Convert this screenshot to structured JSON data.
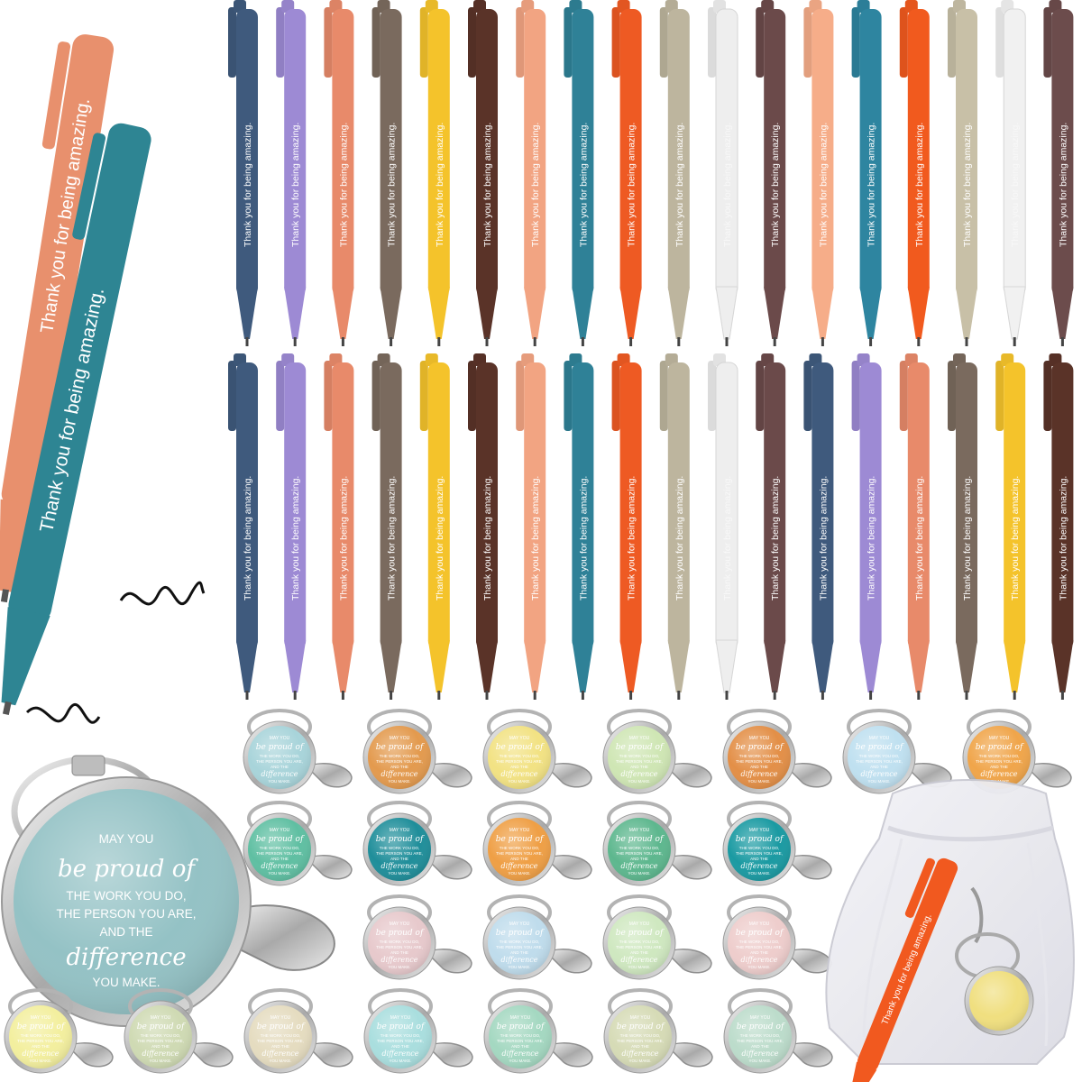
{
  "pen_message": "Thank you for being amazing.",
  "keychain_message": {
    "line1": "MAY YOU",
    "script1": "be proud of",
    "line2": "THE WORK YOU DO,",
    "line3": "THE PERSON YOU ARE,",
    "line4": "AND THE",
    "script2": "difference",
    "line5": "YOU MAKE."
  },
  "pen_colors_row1": [
    "#3f5a7d",
    "#9d8ad4",
    "#e88a6a",
    "#7a6a5e",
    "#f4c32b",
    "#5a3328",
    "#f2a482",
    "#2f8197",
    "#ee5a23",
    "#bdb59e",
    "#eeeeee",
    "#6b4a4a",
    "#f6ad89",
    "#2e85a0",
    "#f15a1e",
    "#c8c0a7",
    "#f1f1f1",
    "#6c4c4c"
  ],
  "pen_colors_row2": [
    "#3f5a7d",
    "#9d8ad4",
    "#e88a6a",
    "#7a6a5e",
    "#f4c32b",
    "#5a3328",
    "#f2a482",
    "#2f8197",
    "#ee5a23",
    "#bdb59e",
    "#eeeeee",
    "#6b4a4a",
    "#3f5a7d",
    "#9d8ad4",
    "#e88a6a",
    "#7a6a5e",
    "#f4c32b",
    "#5a3328"
  ],
  "keychain_colors": [
    [
      "#a8d4da",
      "#e39a4e",
      "#f2e283",
      "#cfe6b4",
      "#e38f47",
      "#bfe0f0",
      "#f0a54a"
    ],
    [
      "#5fbfa2",
      "#1f8e9a",
      "#ef9f45",
      "#5db78e",
      "#1a9aa2"
    ],
    [
      "#e7c9cc",
      "#bfdcec",
      "#cfe8c0",
      "#eecdcc"
    ],
    [
      "#f3ef9e",
      "#cfdab3",
      "#e5dcc0",
      "#a9dede",
      "#a4d8c1",
      "#d6dbb6",
      "#bcdccb"
    ]
  ],
  "big_keychain_color": "#94c2c5",
  "big_pen_colors": [
    "#e8906d",
    "#2e8593"
  ],
  "bag_pen_color": "#f1591f",
  "bag_keychain_color": "#f0df7f"
}
